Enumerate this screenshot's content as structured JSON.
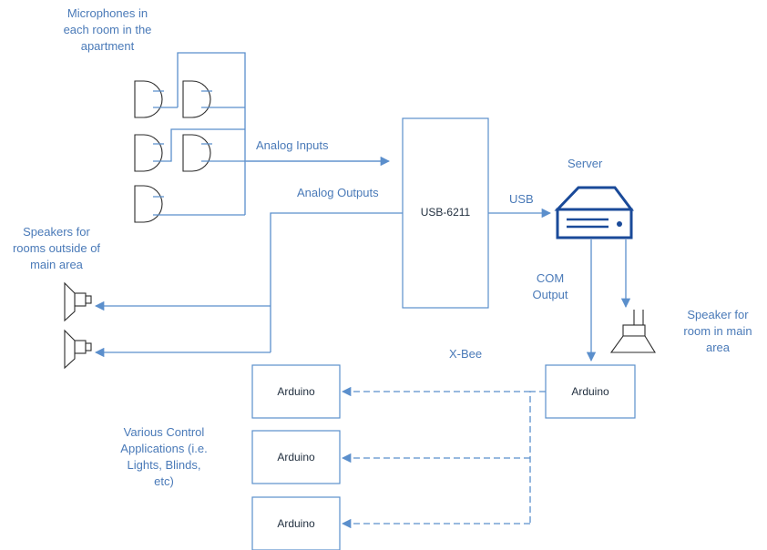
{
  "labels": {
    "microphones": [
      "Microphones in",
      "each room in the",
      "apartment"
    ],
    "analog_inputs": "Analog Inputs",
    "analog_outputs": "Analog Outputs",
    "usb": "USB",
    "server": "Server",
    "speakers_outside": [
      "Speakers for",
      "rooms outside of",
      "main area"
    ],
    "com_output": [
      "COM",
      "Output"
    ],
    "speaker_main": [
      "Speaker for",
      "room in main",
      "area"
    ],
    "xbee": "X-Bee",
    "control_apps": [
      "Various Control",
      "Applications (i.e.",
      "Lights, Blinds,",
      "etc)"
    ]
  },
  "nodes": {
    "usb6211": "USB-6211",
    "arduino_main": "Arduino",
    "arduino_1": "Arduino",
    "arduino_2": "Arduino",
    "arduino_3": "Arduino"
  },
  "colors": {
    "connector": "#5b8fcc",
    "label_text": "#4a7ab8",
    "device_outline": "#2b2b2b"
  },
  "icons": [
    "microphone-icon",
    "speaker-icon",
    "server-icon"
  ]
}
